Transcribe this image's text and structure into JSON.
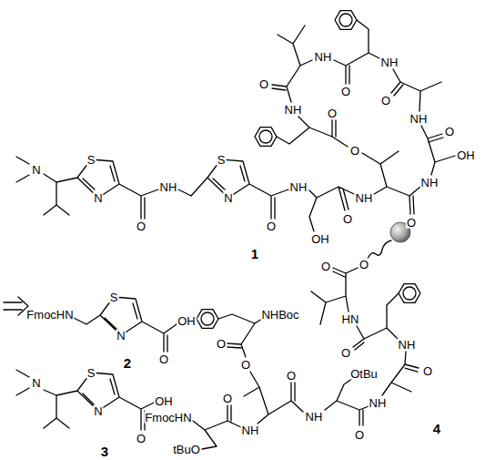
{
  "diagram": {
    "labels": [
      "N",
      "S",
      "N",
      "O",
      "NH",
      "S",
      "N",
      "O",
      "NH",
      "OH",
      "O",
      "NH",
      "O",
      "NH",
      "OH",
      "O",
      "NH",
      "O",
      "NH",
      "O",
      "NH",
      "O",
      "NH",
      "O",
      "O",
      "1",
      "FmocHN",
      "S",
      "N",
      "O",
      "OH",
      "2",
      "N",
      "S",
      "N",
      "O",
      "OH",
      "3",
      "O",
      "O",
      "HN",
      "O",
      "NH",
      "O",
      "NH",
      "OtBu",
      "O",
      "NH",
      "O",
      "NH",
      "O",
      "O",
      "O",
      "NHBoc",
      "FmocHN",
      "tBuO",
      "4"
    ]
  }
}
